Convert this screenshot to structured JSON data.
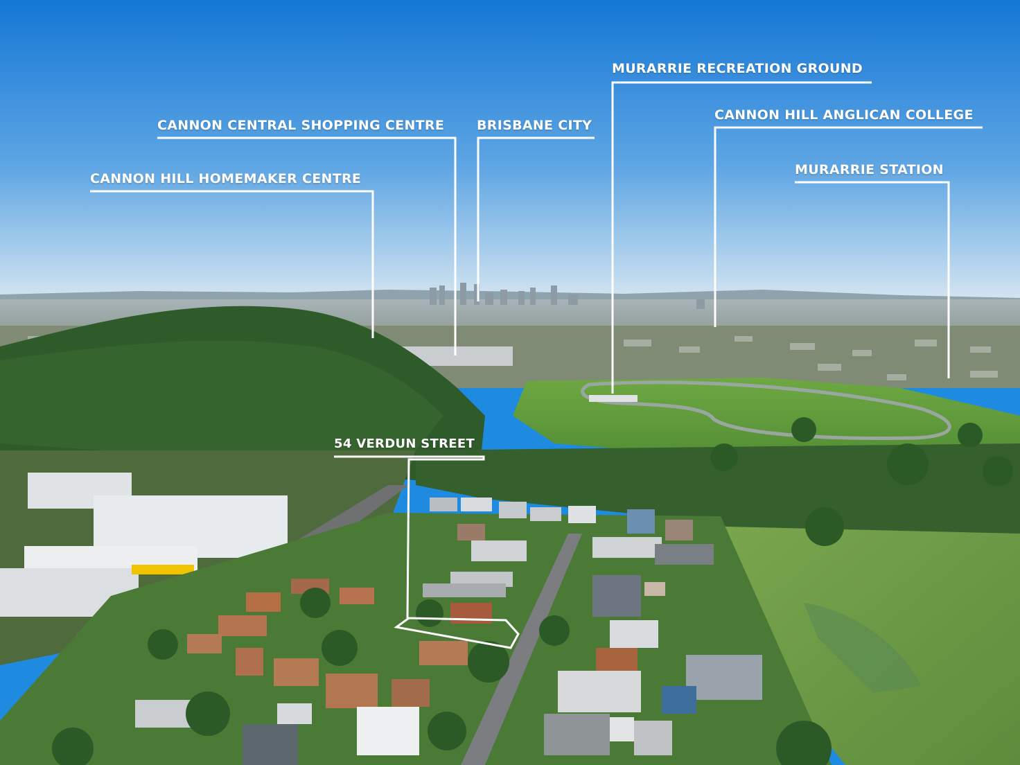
{
  "labels": {
    "homemaker": "CANNON HILL HOMEMAKER CENTRE",
    "shopping": "CANNON CENTRAL SHOPPING CENTRE",
    "brisbane": "BRISBANE CITY",
    "recreation": "MURARRIE RECREATION GROUND",
    "college": "CANNON HILL ANGLICAN COLLEGE",
    "station": "MURARRIE STATION",
    "property": "54 VERDUN STREET"
  },
  "colors": {
    "sky_top": "#1379d6",
    "sky_bottom": "#d9e8f2",
    "trees": "#2f5a2a",
    "grass": "#6fa83f",
    "label_text": "#ffffff"
  }
}
